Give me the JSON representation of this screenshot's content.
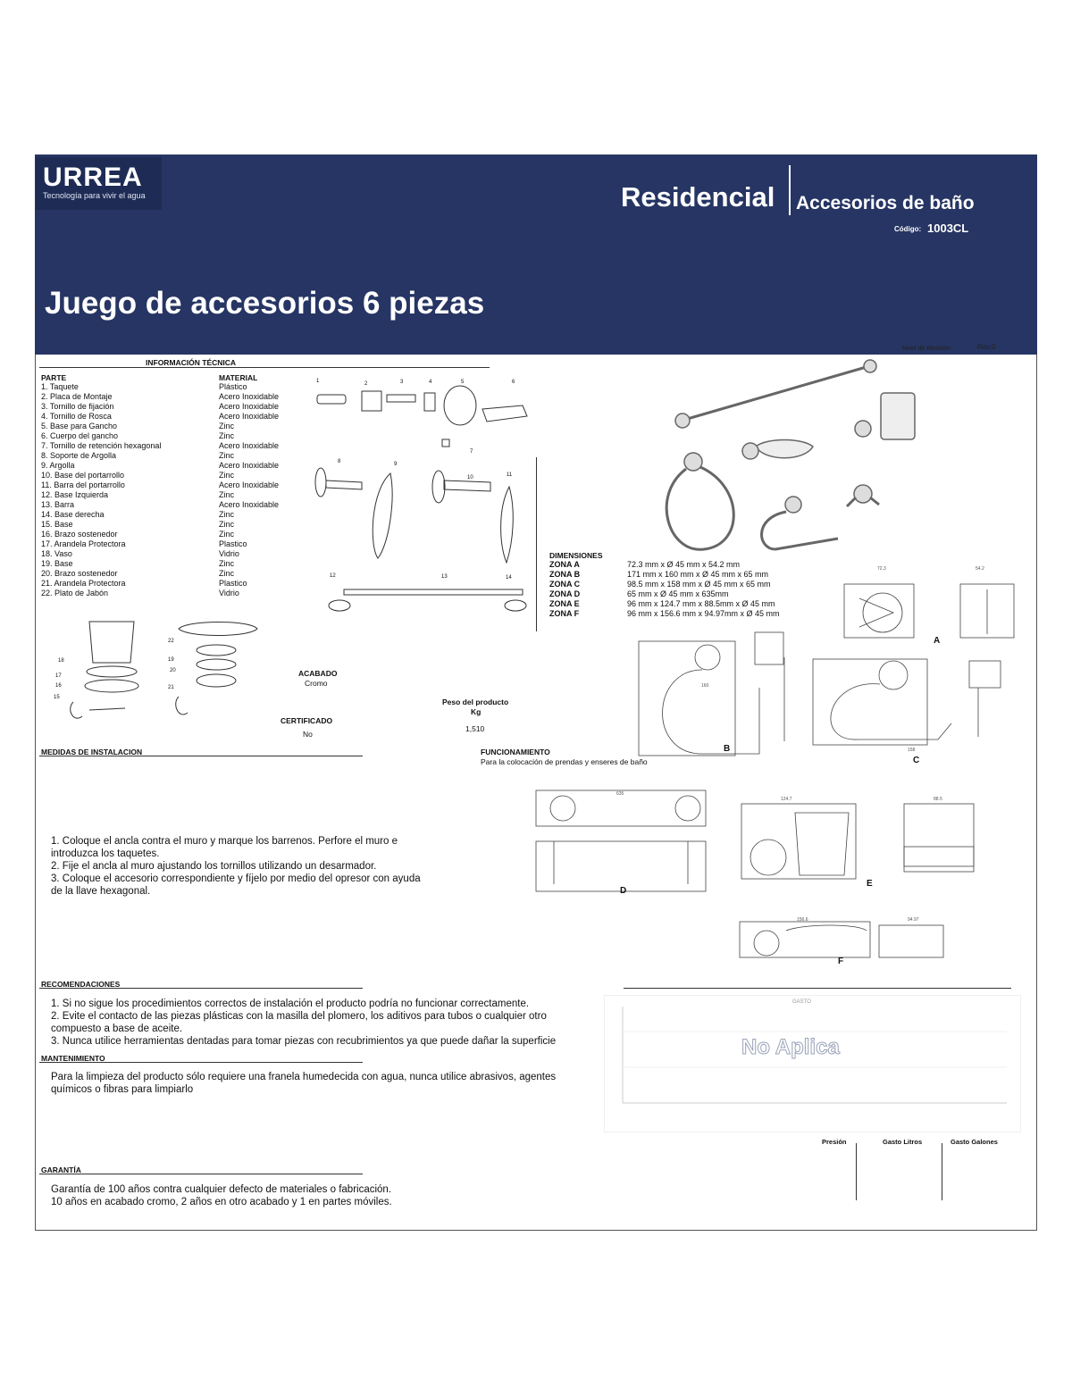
{
  "header": {
    "brand": "URREA",
    "tagline": "Tecnología para vivir el agua",
    "category": "Residencial",
    "subcategory": "Accesorios de baño",
    "code_label": "Código:",
    "code_value": "1003CL",
    "product_title": "Juego de accesorios 6 piezas",
    "revision_label": "Nivel de Revisión",
    "revision_value": "Rev.0"
  },
  "tech_info": {
    "heading": "INFORMACIÓN TÉCNICA",
    "col_part": "PARTE",
    "col_material": "MATERIAL",
    "parts": [
      "1. Taquete",
      "2. Placa de Montaje",
      "3. Tornillo de fijación",
      "4. Tornillo de Rosca",
      "5. Base para Gancho",
      "6. Cuerpo del gancho",
      "7. Tornillo de retención hexagonal",
      "8. Soporte de Argolla",
      "9. Argolla",
      "10. Base del portarrollo",
      "11. Barra del portarrollo",
      "12. Base Izquierda",
      "13. Barra",
      "14. Base derecha",
      "15. Base",
      "16. Brazo sostenedor",
      "17. Arandela Protectora",
      "18. Vaso",
      "19. Base",
      "20. Brazo sostenedor",
      "21. Arandela Protectora",
      "22. Plato de Jabón"
    ],
    "materials": [
      "Plástico",
      "Acero Inoxidable",
      "Acero Inoxidable",
      "Acero Inoxidable",
      "Zinc",
      "Zinc",
      "Acero Inoxidable",
      "Zinc",
      "Acero Inoxidable",
      "Zinc",
      "Acero Inoxidable",
      "Zinc",
      "Acero Inoxidable",
      "Zinc",
      "Zinc",
      "Zinc",
      "Plastico",
      "Vidrio",
      "Zinc",
      "Zinc",
      "Plastico",
      "Vidrio"
    ]
  },
  "diagram_numbers": [
    "1",
    "2",
    "3",
    "4",
    "5",
    "6",
    "7",
    "8",
    "9",
    "10",
    "11",
    "12",
    "13",
    "14",
    "15",
    "16",
    "17",
    "18",
    "19",
    "20",
    "21",
    "22"
  ],
  "dimensions": {
    "heading": "DIMENSIONES",
    "zones": [
      {
        "zone": "ZONA A",
        "value": "72.3 mm x Ø 45 mm x 54.2 mm"
      },
      {
        "zone": "ZONA B",
        "value": "171 mm x 160 mm x Ø 45 mm x 65 mm"
      },
      {
        "zone": "ZONA C",
        "value": "98.5 mm x 158 mm x Ø 45 mm x 65 mm"
      },
      {
        "zone": "ZONA D",
        "value": "65 mm x Ø 45 mm x 635mm"
      },
      {
        "zone": "ZONA E",
        "value": "96 mm x 124.7 mm x 88.5mm x Ø 45 mm"
      },
      {
        "zone": "ZONA F",
        "value": "96 mm x 156.6 mm x 94.97mm x Ø 45 mm"
      }
    ]
  },
  "drawing_labels": {
    "a": "A",
    "b": "B",
    "c": "C",
    "d": "D",
    "e": "E",
    "f": "F",
    "dim_72": "72.3",
    "dim_54": "54.2",
    "dim_635": "635",
    "dim_1247": "124.7",
    "dim_885": "88.5",
    "dim_1566": "156.6",
    "dim_9497": "94.97",
    "dim_160": "160",
    "dim_158": "158"
  },
  "finish": {
    "label": "ACABADO",
    "value": "Cromo"
  },
  "weight": {
    "label": "Peso del producto",
    "unit": "Kg",
    "value": "1,510"
  },
  "certified": {
    "label": "CERTIFICADO",
    "value": "No"
  },
  "function": {
    "label": "FUNCIONAMIENTO",
    "value": "Para la colocación de prendas y enseres de baño"
  },
  "installation": {
    "heading": "MEDIDAS DE INSTALACION",
    "steps": [
      "1. Coloque el ancla contra el muro y marque los barrenos. Perfore el muro e",
      "introduzca los taquetes.",
      "2. Fije el ancla al muro ajustando los tornillos utilizando un desarmador.",
      "3. Coloque el accesorio correspondiente y fíjelo por medio del opresor con ayuda",
      "de la llave hexagonal."
    ]
  },
  "recommendations": {
    "heading": "RECOMENDACIONES",
    "lines": [
      "1.  Si no sigue los procedimientos correctos de instalación el producto podría no funcionar correctamente.",
      "2. Evite el contacto de las piezas plásticas con la masilla del plomero, los aditivos para tubos o cualquier otro",
      "compuesto a base de aceite.",
      "3. Nunca utilice herramientas dentadas para tomar piezas con recubrimientos ya que puede dañar la superficie"
    ]
  },
  "maintenance": {
    "heading": "MANTENIMIENTO",
    "lines": [
      "Para la limpieza del producto sólo requiere una franela humedecida con agua, nunca utilice abrasivos, agentes",
      "químicos o fibras para limpiarlo"
    ]
  },
  "warranty": {
    "heading": "GARANTÍA",
    "lines": [
      "Garantía de 100 años contra cualquier defecto de materiales o fabricación.",
      "10 años en acabado cromo, 2 años en otro acabado y 1 en partes móviles."
    ]
  },
  "flow_chart": {
    "overlay": "No Aplica",
    "col_pressure": "Presión",
    "col_liters": "Gasto Litros",
    "col_gallons": "Gasto Galones"
  },
  "chart_data": {
    "type": "line",
    "title": "GASTO",
    "series": [],
    "note": "No Aplica"
  },
  "colors": {
    "banner": "#263563",
    "accent": "#ffffff"
  }
}
